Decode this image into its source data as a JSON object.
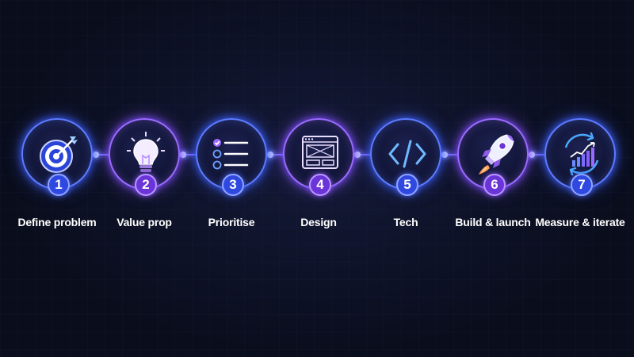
{
  "steps": [
    {
      "number": "1",
      "label": "Define problem",
      "icon": "target-icon",
      "accent": "#5d7cff"
    },
    {
      "number": "2",
      "label": "Value prop",
      "icon": "lightbulb-icon",
      "accent": "#9b6bff"
    },
    {
      "number": "3",
      "label": "Prioritise",
      "icon": "checklist-icon",
      "accent": "#5d7cff"
    },
    {
      "number": "4",
      "label": "Design",
      "icon": "wireframe-icon",
      "accent": "#9b6bff"
    },
    {
      "number": "5",
      "label": "Tech",
      "icon": "code-icon",
      "accent": "#5d7cff"
    },
    {
      "number": "6",
      "label": "Build & launch",
      "icon": "rocket-icon",
      "accent": "#9b6bff"
    },
    {
      "number": "7",
      "label": "Measure & iterate",
      "icon": "growth-chart-icon",
      "accent": "#5d7cff"
    }
  ]
}
